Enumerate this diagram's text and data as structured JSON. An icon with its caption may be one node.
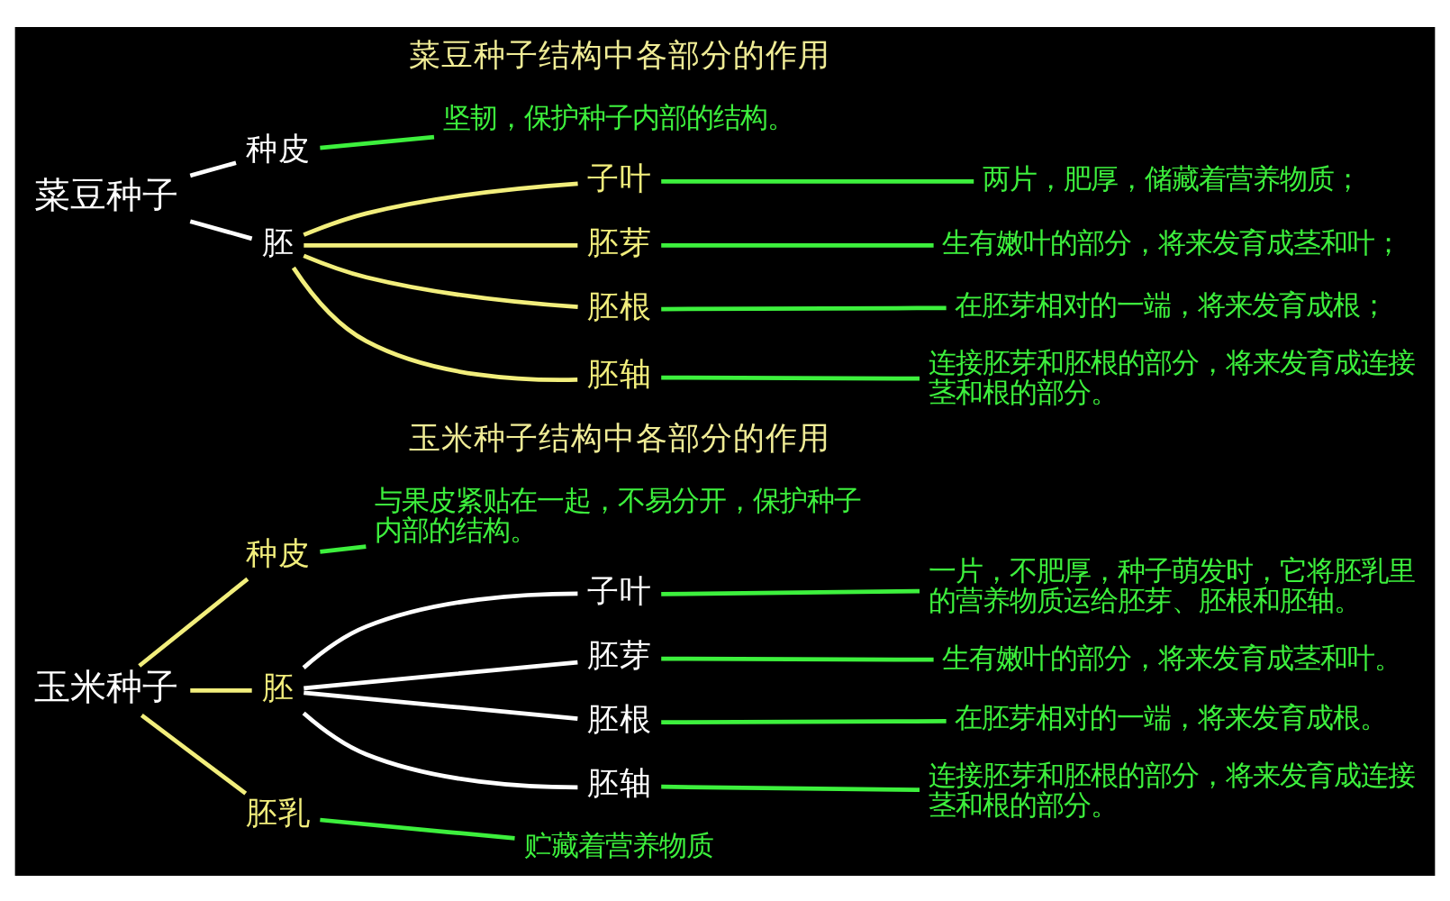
{
  "diagram": {
    "nodes": [
      {
        "text": [
          "玉米种子"
        ]
      },
      {
        "text": [
          "种皮"
        ]
      },
      {
        "text": [
          "与果皮紧贴在一起，不易分开，保护种子内部的结构。"
        ]
      },
      {
        "text": [
          "胚"
        ]
      },
      {
        "text": [
          "子叶"
        ]
      },
      {
        "text": [
          "一片，不肥厚，种子萌发时，它将胚乳里的营养物质运给胚芽、胚根和胚轴。"
        ]
      },
      {
        "text": [
          "胚芽"
        ]
      },
      {
        "text": [
          "生有嫩叶的部分，将来发育成茎和叶。"
        ]
      },
      {
        "text": [
          "胚根"
        ]
      },
      {
        "text": [
          "在胚芽相对的一端，将来发育成根。"
        ]
      },
      {
        "text": [
          "胚轴"
        ]
      },
      {
        "text": [
          "连接胚芽和胚根的部分，将来发育成连接茎和根的部分。"
        ]
      },
      {
        "text": [
          "胚乳"
        ]
      },
      {
        "text": [
          "贮藏着营养物质"
        ]
      },
      {
        "text": [
          "菜豆种子"
        ]
      },
      {
        "text": [
          "种皮"
        ]
      },
      {
        "text": [
          "坚韧，保护种子内部的结构。"
        ]
      },
      {
        "text": [
          "胚"
        ]
      },
      {
        "text": [
          "子叶"
        ]
      },
      {
        "text": [
          "两片，肥厚，储藏着营养物质；"
        ]
      },
      {
        "text": [
          "胚芽"
        ]
      },
      {
        "text": [
          "生有嫩叶的部分，将来发育成茎和叶；"
        ]
      },
      {
        "text": [
          "胚根"
        ]
      },
      {
        "text": [
          "在胚芽相对的一端，将来发育成根；"
        ]
      },
      {
        "text": [
          "胚轴"
        ]
      },
      {
        "text": [
          "连接胚芽和胚根的部分，将来发育成连接茎和根的部分。"
        ]
      }
    ],
    "edges": [
      {
        "from": 0,
        "to": 1,
        "arrow": "none",
        "color": "#f2ee7c"
      },
      {
        "from": 0,
        "to": 3,
        "arrow": "none",
        "color": "#f2ee7c"
      },
      {
        "from": 0,
        "to": 12,
        "arrow": "none",
        "color": "#f2ee7c"
      },
      {
        "from": 1,
        "to": 2,
        "arrow": "none"
      },
      {
        "from": 3,
        "to": 4,
        "arrow": "none",
        "color": "#ffffff"
      },
      {
        "from": 3,
        "to": 6,
        "arrow": "none",
        "color": "#ffffff"
      },
      {
        "from": 3,
        "to": 8,
        "arrow": "none",
        "color": "#ffffff"
      },
      {
        "from": 3,
        "to": 10,
        "arrow": "none",
        "color": "#ffffff"
      },
      {
        "from": 4,
        "to": 5,
        "arrow": "none"
      },
      {
        "from": 6,
        "to": 7,
        "arrow": "none"
      },
      {
        "from": 8,
        "to": 9,
        "arrow": "none"
      },
      {
        "from": 10,
        "to": 11,
        "arrow": "none"
      },
      {
        "from": 12,
        "to": 13,
        "arrow": "none"
      },
      {
        "from": 14,
        "to": 15,
        "arrow": "none",
        "color": "#ffffff"
      },
      {
        "from": 14,
        "to": 17,
        "arrow": "none",
        "color": "#ffffff"
      },
      {
        "from": 15,
        "to": 16,
        "arrow": "none"
      },
      {
        "from": 17,
        "to": 18,
        "arrow": "none",
        "color": "#f2ee7c"
      },
      {
        "from": 17,
        "to": 20,
        "arrow": "none",
        "color": "#f2ee7c"
      },
      {
        "from": 17,
        "to": 22,
        "arrow": "none",
        "color": "#f2ee7c"
      },
      {
        "from": 17,
        "to": 24,
        "arrow": "none",
        "color": "#f2ee7c"
      },
      {
        "from": 18,
        "to": 19,
        "arrow": "none"
      },
      {
        "from": 20,
        "to": 21,
        "arrow": "none"
      },
      {
        "from": 22,
        "to": 23,
        "arrow": "none"
      },
      {
        "from": 24,
        "to": 25,
        "arrow": "none"
      }
    ],
    "labels": [
      "玉米种子结构中各部分的作用",
      "菜豆种子结构中各部分的作用"
    ]
  }
}
